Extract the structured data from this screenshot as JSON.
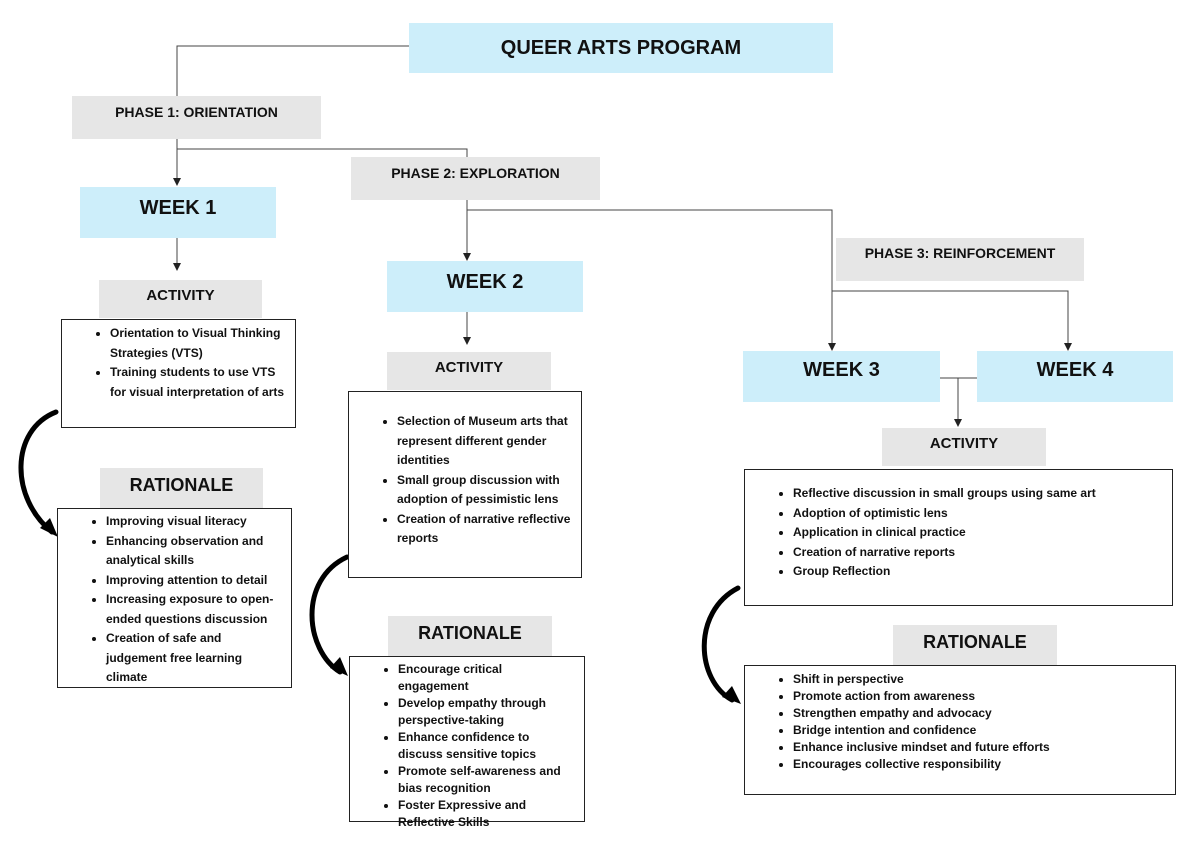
{
  "program_title": "QUEER ARTS PROGRAM",
  "phases": {
    "p1": "PHASE 1: ORIENTATION",
    "p2": "PHASE 2: EXPLORATION",
    "p3": "PHASE 3: REINFORCEMENT"
  },
  "weeks": {
    "w1": "WEEK 1",
    "w2": "WEEK 2",
    "w3": "WEEK 3",
    "w4": "WEEK 4"
  },
  "labels": {
    "activity": "ACTIVITY",
    "rationale": "RATIONALE"
  },
  "week1": {
    "activities": [
      "Orientation to Visual Thinking Strategies (VTS)",
      "Training students to use VTS for visual interpretation of arts"
    ],
    "rationale": [
      "Improving visual literacy",
      "Enhancing observation and analytical skills",
      "Improving attention to detail",
      "Increasing exposure to open-ended questions discussion",
      "Creation of safe and judgement free learning climate"
    ]
  },
  "week2": {
    "activities": [
      "Selection of Museum arts that represent different gender identities",
      "Small group discussion with adoption of pessimistic lens",
      "Creation of narrative reflective reports"
    ],
    "rationale": [
      "Encourage critical engagement",
      "Develop empathy through perspective-taking",
      "Enhance confidence to discuss sensitive topics",
      "Promote self-awareness and bias recognition",
      "Foster Expressive and Reflective Skills"
    ]
  },
  "week34": {
    "activities": [
      "Reflective discussion in small groups using same art",
      "Adoption of optimistic lens",
      "Application in clinical practice",
      "Creation of narrative reports",
      "Group Reflection"
    ],
    "rationale": [
      "Shift in perspective",
      "Promote action from awareness",
      "Strengthen empathy and advocacy",
      "Bridge intention and confidence",
      "Enhance inclusive mindset and future efforts",
      "Encourages collective responsibility"
    ]
  }
}
